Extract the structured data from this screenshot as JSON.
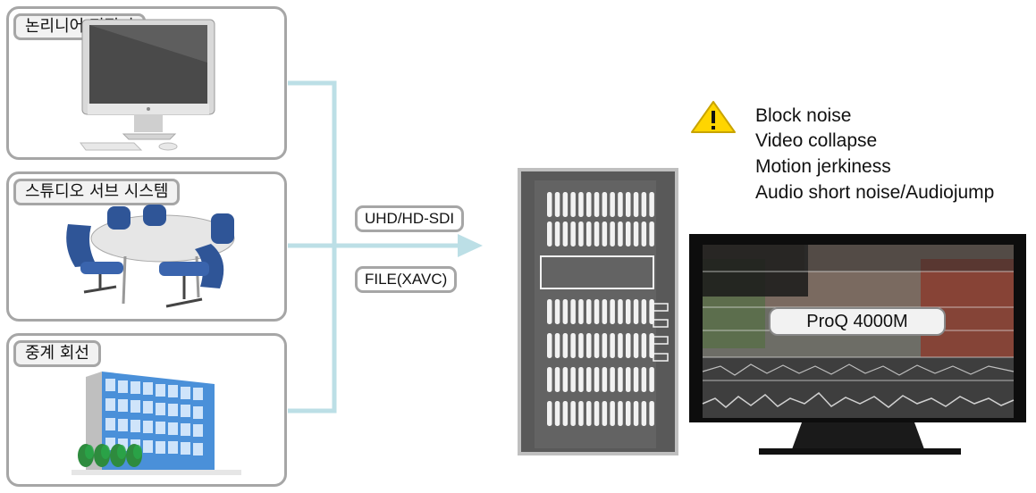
{
  "sources": [
    {
      "label": "논리니어 편집기",
      "icon": "desktop-computer-icon"
    },
    {
      "label": "스튜디오 서브 시스템",
      "icon": "meeting-room-icon"
    },
    {
      "label": "중계 회선",
      "icon": "office-building-icon"
    }
  ],
  "interfaces": [
    "UHD/HD-SDI",
    "FILE(XAVC)"
  ],
  "issues": [
    "Block noise",
    "Video collapse",
    "Motion jerkiness",
    "Audio short noise/Audiojump"
  ],
  "monitor_label": "ProQ 4000M",
  "colors": {
    "connector": "#bcdfe6",
    "border": "#a6a6a6",
    "server": "#595959",
    "warning": "#ffd500"
  }
}
